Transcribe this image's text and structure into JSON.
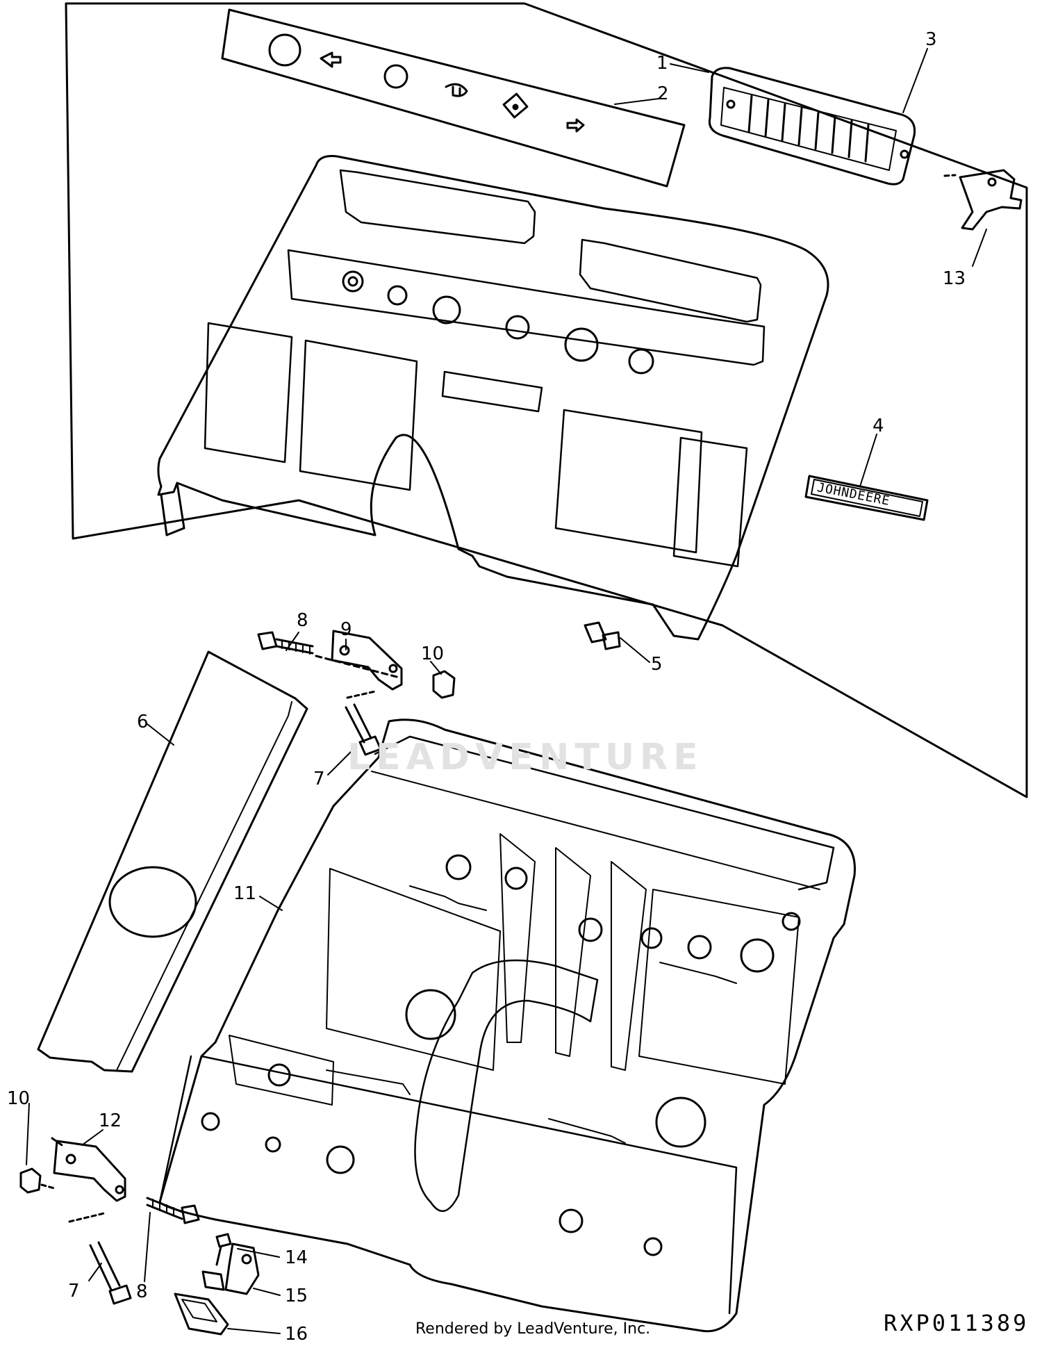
{
  "callouts": {
    "c1": "1",
    "c2": "2",
    "c3": "3",
    "c4": "4",
    "c5": "5",
    "c6": "6",
    "c7a": "7",
    "c7b": "7",
    "c8a": "8",
    "c8b": "8",
    "c9": "9",
    "c10a": "10",
    "c10b": "10",
    "c11": "11",
    "c12": "12",
    "c13": "13",
    "c14": "14",
    "c15": "15",
    "c16": "16"
  },
  "decal_text": "JOHNDEERE",
  "drawing_code": "RXP011389",
  "footer": "Rendered by LeadVenture, Inc.",
  "watermark": "LEADVENTURE"
}
